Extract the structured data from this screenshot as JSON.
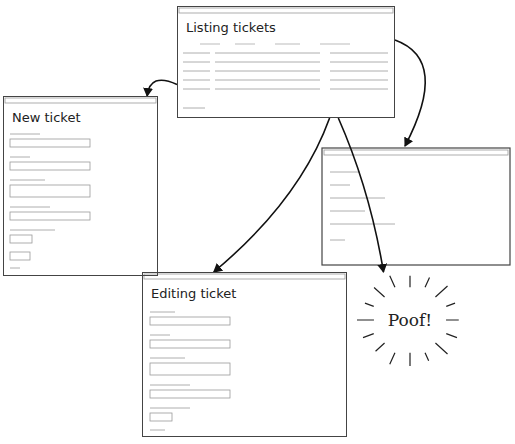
{
  "diagram": {
    "nodes": [
      {
        "text": [
          "Listing tickets"
        ]
      },
      {
        "text": [
          "New ticket"
        ]
      },
      {
        "text": [
          "Editing ticket"
        ]
      },
      {
        "text": [
          "Poof!"
        ]
      }
    ],
    "edges": [
      {
        "from": 0,
        "to": 1,
        "arrow": "to"
      },
      {
        "from": 0,
        "to": 2,
        "arrow": "to"
      },
      {
        "from": 0,
        "to": 3,
        "arrow": "to"
      }
    ]
  }
}
